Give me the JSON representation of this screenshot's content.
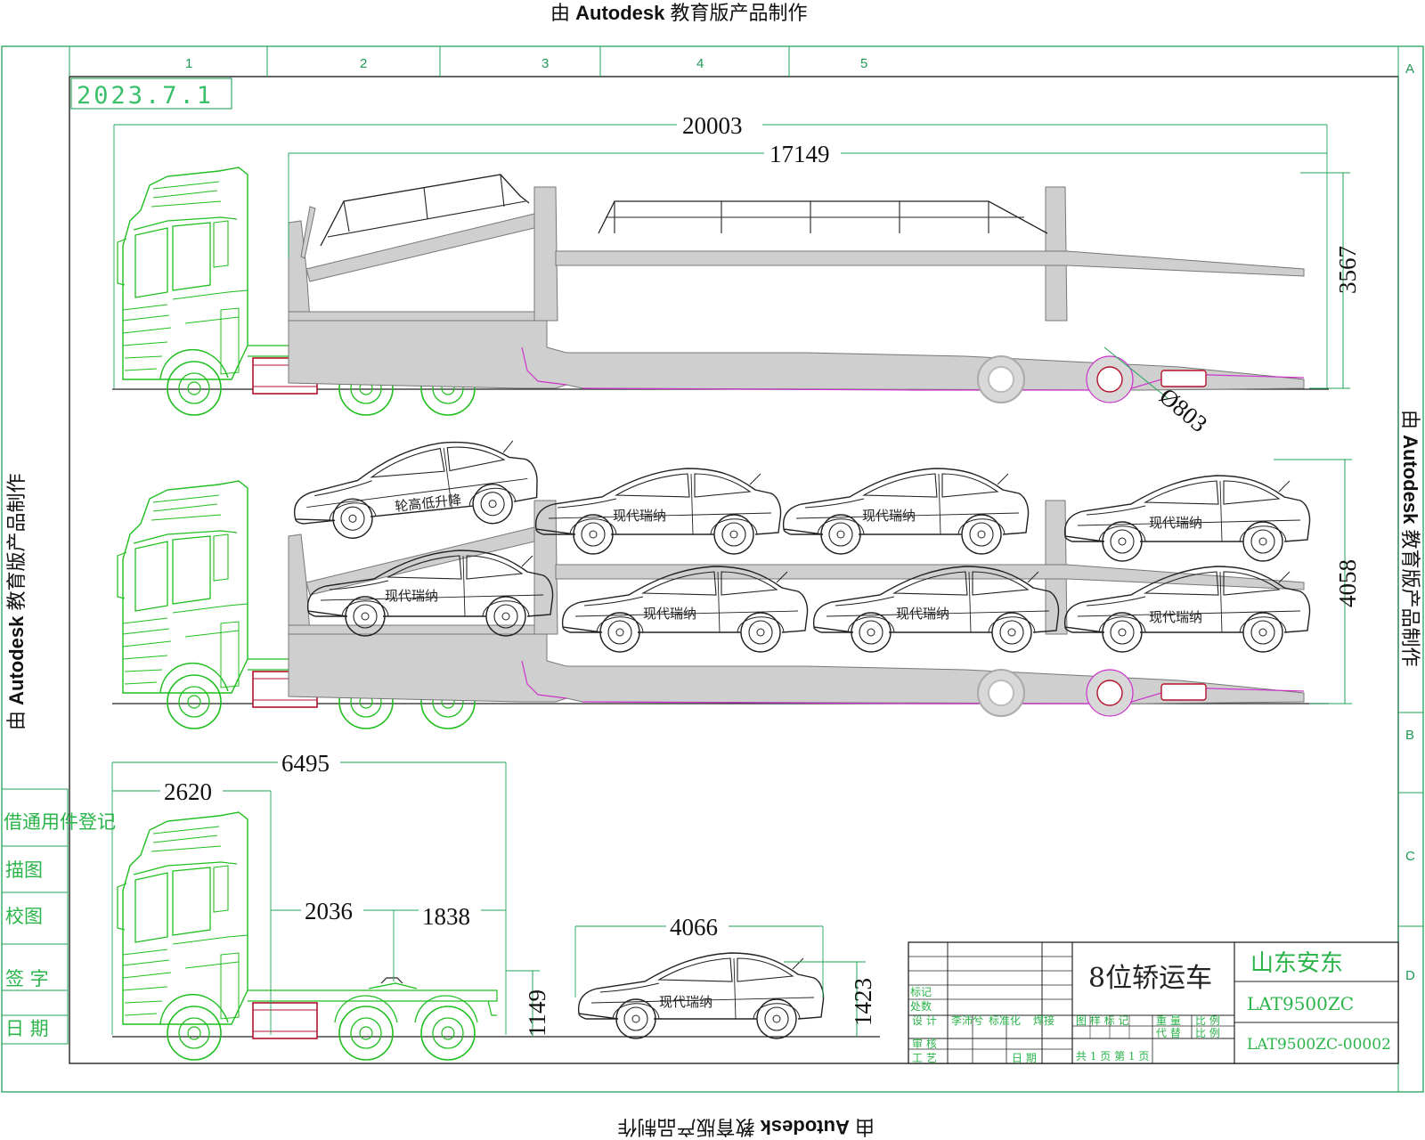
{
  "watermark": {
    "prefix": "由",
    "brand": "Autodesk",
    "suffix": "教育版产品制作"
  },
  "date_stamp": "2023.7.1",
  "column_labels": [
    "1",
    "2",
    "3",
    "4",
    "5"
  ],
  "row_labels": [
    "A",
    "B",
    "C",
    "D"
  ],
  "dimensions": {
    "total_length": "20003",
    "trailer_length": "17149",
    "height_empty": "3567",
    "wheel_diameter": "Ø803",
    "height_loaded": "4058",
    "tractor_length": "6495",
    "cab_length": "2620",
    "axle_spacing_a": "2036",
    "axle_spacing_b": "1838",
    "fifth_wheel_height": "1149",
    "car_length": "4066",
    "car_height": "1423"
  },
  "car_label": "现代瑞纳",
  "ramp_label": "轮高低升降",
  "left_column": [
    "借通用件登记",
    "描图",
    "校图",
    "签 字",
    "日 期"
  ],
  "title_block": {
    "product_name": "8位轿运车",
    "company": "山东安东",
    "model": "LAT9500ZC",
    "drawing_no": "LAT9500ZC-00002",
    "row_labels_a": [
      "标记",
      "处数"
    ],
    "row_labels_b": [
      "设 计",
      "李沛兮",
      "标准化",
      "焊接"
    ],
    "row_labels_c": [
      "审 核",
      "工 艺",
      "日 期"
    ],
    "meta_headers": [
      "图 样 标 记",
      "重 量",
      "比 例"
    ],
    "meta_headers_b": [
      "代 替",
      "比 例"
    ],
    "sheet_info": "共  1  页   第  1  页"
  },
  "colors": {
    "tractor": "#1fbf1f",
    "frame_gray": "#cfcfcf",
    "grid_green": "#22a357",
    "magenta": "#cc33cc",
    "tank_red": "#b3122b"
  }
}
